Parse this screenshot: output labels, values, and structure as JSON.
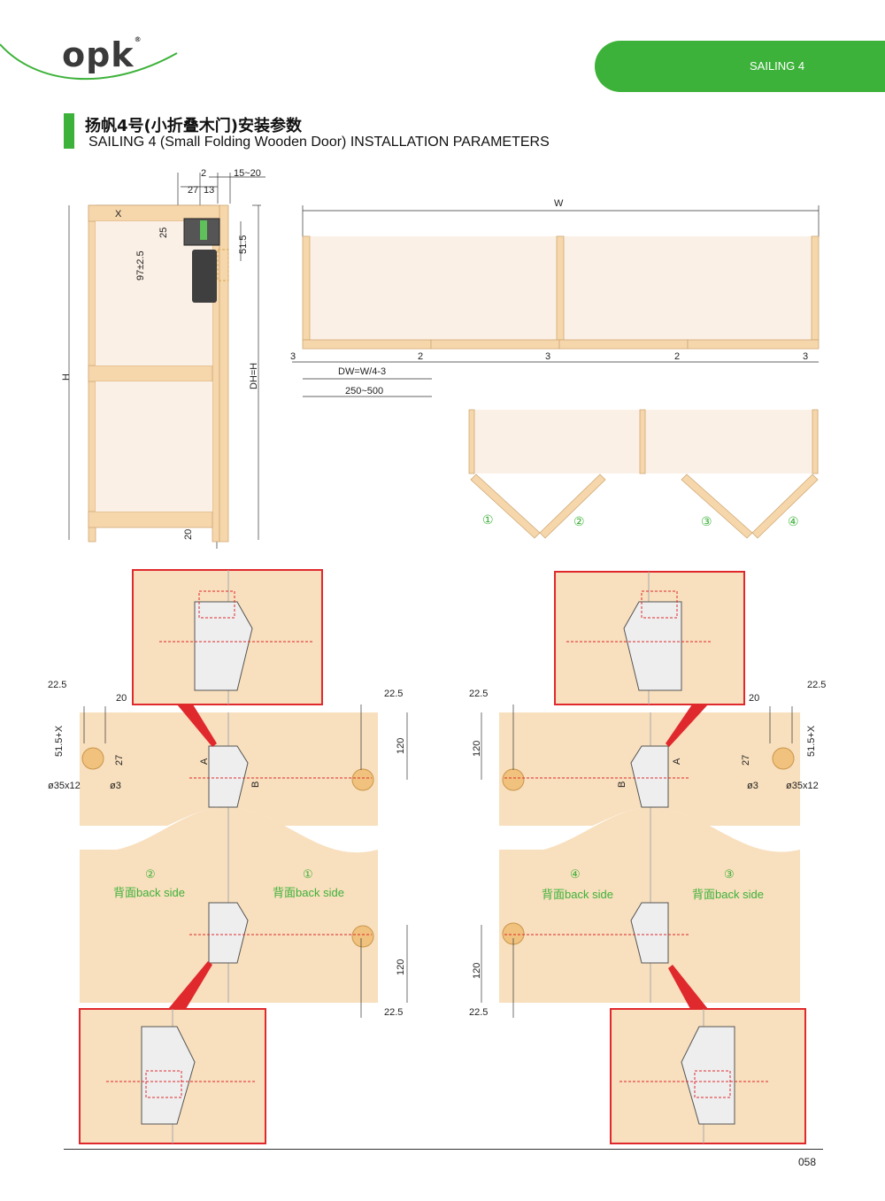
{
  "header": {
    "logo_text": "opk",
    "logo_mark": "®",
    "tab_label": "SAILING 4"
  },
  "title": {
    "cn": "扬帆4号(小折叠木门)安装参数",
    "en": "SAILING 4 (Small Folding Wooden Door) INSTALLATION PARAMETERS"
  },
  "frame_dims": {
    "top": [
      "2",
      "15~20",
      "27",
      "13"
    ],
    "x": "X",
    "d25": "25",
    "d97": "97±2.5",
    "d515": "51.5",
    "h": "H",
    "dh": "DH=H",
    "d20": "20"
  },
  "plan_dims": {
    "w": "W",
    "gaps": [
      "3",
      "2",
      "3",
      "2",
      "3"
    ],
    "dw": "DW=W/4-3",
    "range": "250~500"
  },
  "panels": [
    "①",
    "②",
    "③",
    "④"
  ],
  "hinge_left": {
    "d225_top": "22.5",
    "d20": "20",
    "d225_right": "22.5",
    "d515x": "51.5+X",
    "d27": "27",
    "hole35": "ø35x12",
    "hole3": "ø3",
    "d120_top": "120",
    "d120_bottom": "120",
    "d225_bottom": "22.5",
    "label_2": "②",
    "label_1": "①",
    "back_side": "背面back side",
    "a": "A",
    "b": "B"
  },
  "hinge_right": {
    "d225_top": "22.5",
    "d20": "20",
    "d225_right": "22.5",
    "d515x": "51.5+X",
    "d27": "27",
    "hole35": "ø35x12",
    "hole3": "ø3",
    "d120_top": "120",
    "d120_bottom": "120",
    "d225_bottom": "22.5",
    "label_4": "④",
    "label_3": "③",
    "back_side": "背面back side",
    "a": "A",
    "b": "B"
  },
  "page_number": "058",
  "colors": {
    "brand_green": "#3db23a",
    "wood": "#f6d7ac",
    "panel": "#fbf0e6",
    "door_face": "#f8dfbd",
    "highlight_red": "#e0292d"
  }
}
